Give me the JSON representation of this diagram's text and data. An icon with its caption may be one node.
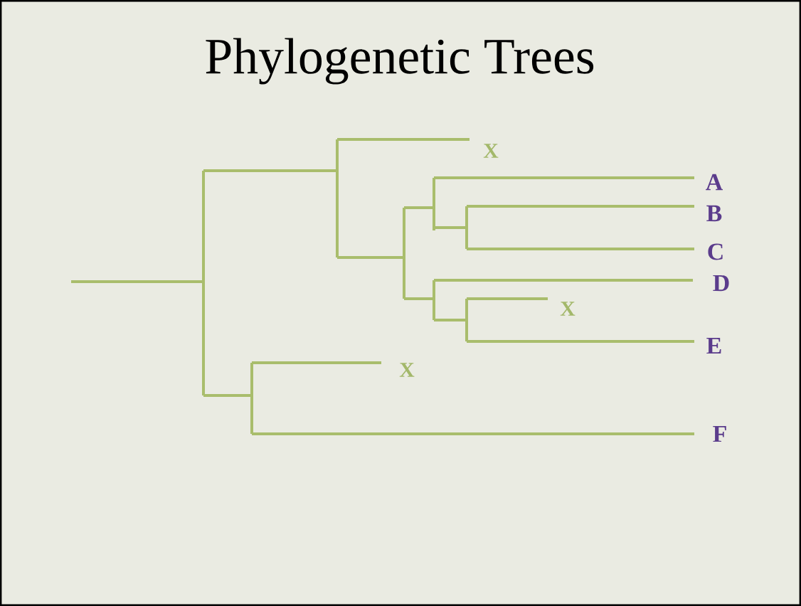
{
  "diagram": {
    "title": "Phylogenetic Trees",
    "labels": [
      "X",
      "A",
      "B",
      "C",
      "D",
      "X",
      "E",
      "X",
      "F"
    ]
  }
}
